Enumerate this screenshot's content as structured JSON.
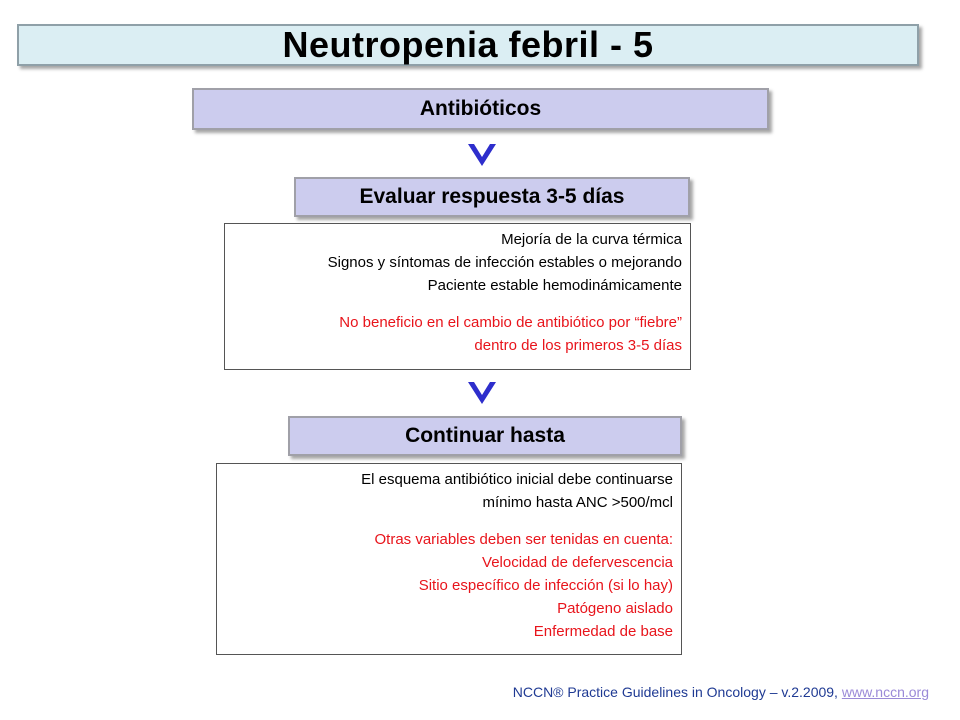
{
  "title": "Neutropenia febril - 5",
  "step1": {
    "label": "Antibióticos"
  },
  "step2": {
    "label": "Evaluar respuesta 3-5 días",
    "details_black": [
      "Mejoría de la curva térmica",
      "Signos y síntomas de infección estables o mejorando",
      "Paciente estable hemodinámicamente"
    ],
    "details_red": [
      "No beneficio en el cambio de antibiótico por “fiebre”",
      "dentro de los primeros 3-5 días"
    ]
  },
  "step3": {
    "label": "Continuar hasta",
    "details_black": [
      "El esquema antibiótico inicial debe continuarse",
      "mínimo hasta ANC >500/mcl"
    ],
    "details_red": [
      "Otras variables deben ser tenidas en cuenta:",
      "Velocidad de defervescencia",
      "Sitio específico de infección (si lo hay)",
      "Patógeno aislado",
      "Enfermedad de base"
    ]
  },
  "footer": {
    "citation": "NCCN® Practice Guidelines in Oncology – v.2.2009, ",
    "link": "www.nccn.org"
  },
  "colors": {
    "title_bg": "#dbeef3",
    "header_bg": "#ccccee",
    "arrow": "#2e2ecc",
    "red_text": "#e8141b"
  },
  "icons": {
    "arrow": "chevron-down-icon"
  }
}
